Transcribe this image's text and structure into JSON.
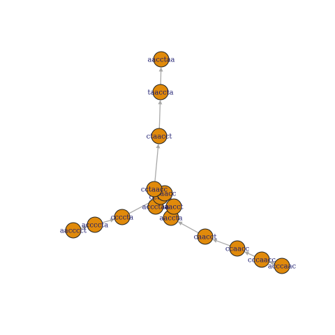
{
  "graph": {
    "node_color": "#e08a0b",
    "edge_color": "#a8a8a8",
    "label_color": "#1a1a6e",
    "nodes": [
      {
        "id": "n1",
        "label": "aacctaa"
      },
      {
        "id": "n2",
        "label": "taaccta"
      },
      {
        "id": "n3",
        "label": "ctaacct"
      },
      {
        "id": "n4",
        "label": "cctaacc"
      },
      {
        "id": "n5",
        "label": "ctaacc"
      },
      {
        "id": "n6",
        "label": "cctaac"
      },
      {
        "id": "n7",
        "label": "aacct"
      },
      {
        "id": "n8",
        "label": "accctaa"
      },
      {
        "id": "n9",
        "label": "aaccta"
      },
      {
        "id": "n10",
        "label": "ccccta"
      },
      {
        "id": "n11",
        "label": "accccta"
      },
      {
        "id": "n12",
        "label": "aacccct"
      },
      {
        "id": "n13",
        "label": "caacct"
      },
      {
        "id": "n14",
        "label": "ccaacc"
      },
      {
        "id": "n15",
        "label": "cccaacc"
      },
      {
        "id": "n16",
        "label": "acccaac"
      }
    ],
    "edges": [
      {
        "from": "n2",
        "to": "n1"
      },
      {
        "from": "n3",
        "to": "n2"
      },
      {
        "from": "n4",
        "to": "n3"
      },
      {
        "from": "n10",
        "to": "n6"
      },
      {
        "from": "n11",
        "to": "n10"
      },
      {
        "from": "n12",
        "to": "n11"
      },
      {
        "from": "n13",
        "to": "n9"
      },
      {
        "from": "n14",
        "to": "n13"
      },
      {
        "from": "n15",
        "to": "n14"
      },
      {
        "from": "n16",
        "to": "n15"
      }
    ]
  }
}
